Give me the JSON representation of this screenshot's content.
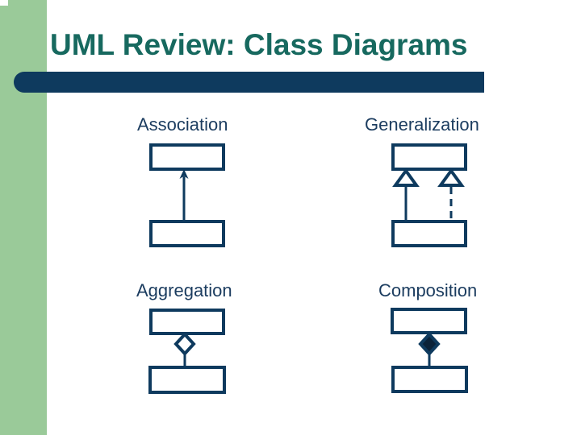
{
  "slide": {
    "title": "UML Review: Class Diagrams"
  },
  "diagrams": [
    {
      "label": "Association",
      "connector": "solid-line-open-arrowhead"
    },
    {
      "label": "Generalization",
      "connector": "hollow-triangles-solid-and-dashed-lines"
    },
    {
      "label": "Aggregation",
      "connector": "hollow-diamond-solid-line"
    },
    {
      "label": "Composition",
      "connector": "filled-diamond-solid-line"
    }
  ],
  "colors": {
    "accent_green": "#9ACA99",
    "navy": "#0E3A5E",
    "title_teal": "#17695F",
    "label_navy": "#1B3C5F",
    "diamond_fill": "#0A2239"
  }
}
